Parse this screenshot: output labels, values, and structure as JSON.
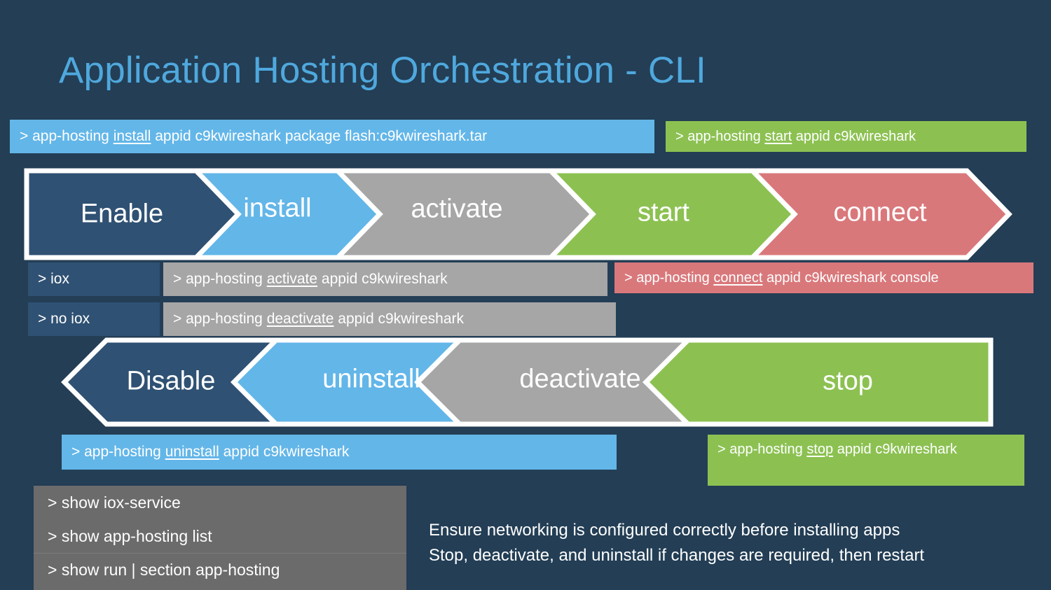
{
  "slide": {
    "title": "Application Hosting Orchestration - CLI",
    "background_color": "#233e55",
    "title_color": "#4fa8dd"
  },
  "palette": {
    "navy": "#2f5173",
    "light_blue": "#63b6e8",
    "gray": "#a6a6a6",
    "green": "#8cc152",
    "red": "#d9787b",
    "dark_gray": "#6b6b6b",
    "outline": "#ffffff"
  },
  "enable_flow": {
    "direction": "right",
    "segments": [
      {
        "label": "Enable",
        "color": "#2f5173"
      },
      {
        "label": "install",
        "color": "#63b6e8"
      },
      {
        "label": "activate",
        "color": "#a6a6a6"
      },
      {
        "label": "start",
        "color": "#8cc152"
      },
      {
        "label": "connect",
        "color": "#d9787b"
      }
    ]
  },
  "disable_flow": {
    "direction": "left",
    "segments": [
      {
        "label": "Disable",
        "color": "#2f5173"
      },
      {
        "label": "uninstall",
        "color": "#63b6e8"
      },
      {
        "label": "deactivate",
        "color": "#a6a6a6"
      },
      {
        "label": "stop",
        "color": "#8cc152"
      }
    ]
  },
  "commands": {
    "install": {
      "prefix": ">",
      "pre": "app-hosting ",
      "keyword": "install",
      "post": " appid c9kwireshark package flash:c9kwireshark.tar",
      "color": "#63b6e8"
    },
    "start": {
      "prefix": ">",
      "pre": "app-hosting ",
      "keyword": "start",
      "post": " appid c9kwireshark",
      "color": "#8cc152"
    },
    "iox": {
      "text": "> iox",
      "color": "#2f5173"
    },
    "no_iox": {
      "text": "> no iox",
      "color": "#2f5173"
    },
    "activate": {
      "prefix": ">",
      "pre": "app-hosting ",
      "keyword": "activate",
      "post": " appid c9kwireshark",
      "color": "#a6a6a6"
    },
    "deactivate": {
      "prefix": ">",
      "pre": "app-hosting ",
      "keyword": "deactivate",
      "post": " appid c9kwireshark",
      "color": "#a6a6a6"
    },
    "connect": {
      "prefix": ">",
      "pre": "app-hosting ",
      "keyword": "connect",
      "post": " appid c9kwireshark console",
      "color": "#d9787b"
    },
    "uninstall": {
      "prefix": ">",
      "pre": "app-hosting ",
      "keyword": "uninstall",
      "post": " appid c9kwireshark",
      "color": "#63b6e8"
    },
    "stop": {
      "prefix": ">",
      "pre": "app-hosting ",
      "keyword": "stop",
      "post": " appid c9kwireshark",
      "color": "#8cc152"
    }
  },
  "show_commands": {
    "color": "#6b6b6b",
    "rows": [
      "> show iox-service",
      "> show app-hosting list",
      "> show run | section app-hosting"
    ]
  },
  "notes": [
    "Ensure networking is configured correctly before installing apps",
    "Stop, deactivate, and uninstall if changes are required, then restart"
  ]
}
